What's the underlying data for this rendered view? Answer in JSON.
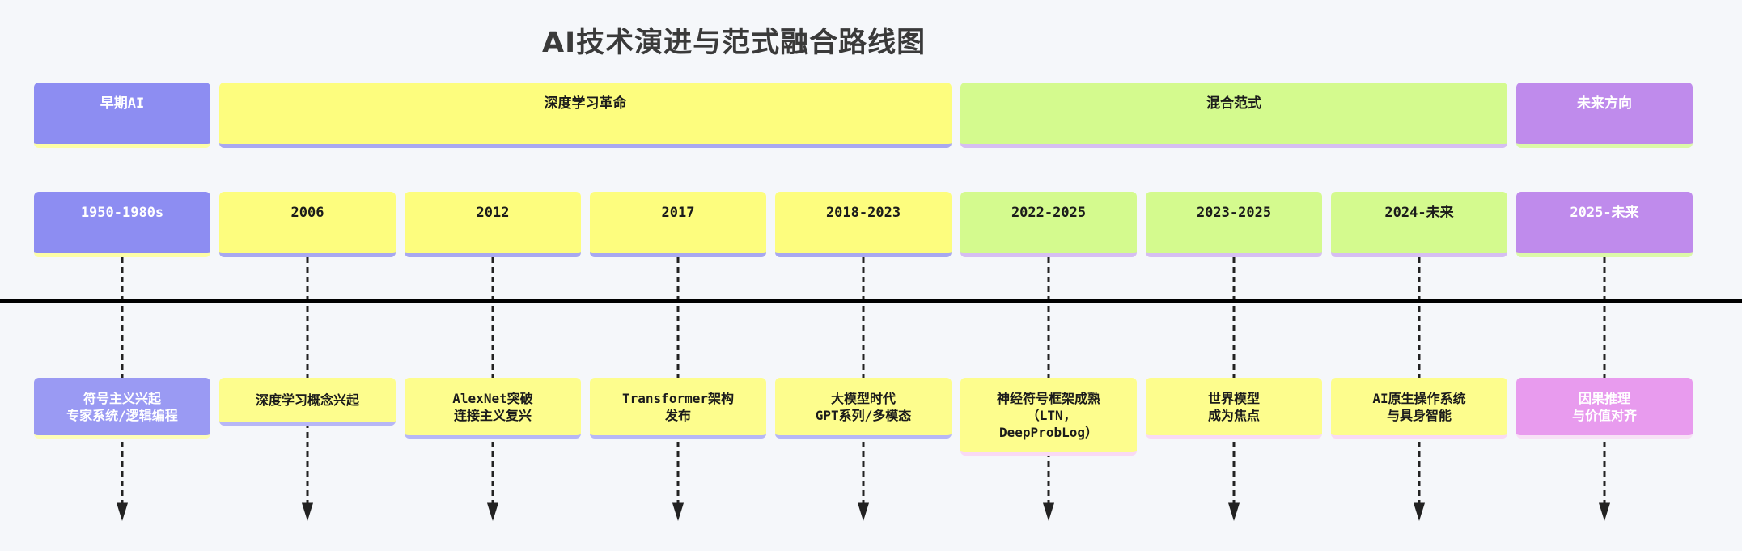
{
  "title": {
    "text": "AI技术演进与范式融合路线图",
    "color": "#3a3a3a"
  },
  "canvas": {
    "background": "#f5f7fa",
    "axis_color": "#000000",
    "connector_color": "#222222"
  },
  "sections": [
    {
      "label": "早期AI",
      "bg": "#8d8df2",
      "fg": "#ffffff",
      "underline": "#fdfda6"
    },
    {
      "label": "深度学习革命",
      "bg": "#fdfd7e",
      "fg": "#1b1b1b",
      "underline": "#a8a8f0"
    },
    {
      "label": "混合范式",
      "bg": "#d4fa8e",
      "fg": "#1b1b1b",
      "underline": "#d6bef2"
    },
    {
      "label": "未来方向",
      "bg": "#bf8bec",
      "fg": "#ffffff",
      "underline": "#dcf9a8"
    }
  ],
  "columns": [
    {
      "period": "1950-1980s",
      "period_bg": "#8d8df2",
      "period_fg": "#ffffff",
      "period_underline": "#fdfda6",
      "event": {
        "lines": [
          "符号主义兴起",
          "专家系统/逻辑编程"
        ],
        "bg": "#9a9af3",
        "fg": "#ffffff",
        "underline": "#fdfdb8"
      }
    },
    {
      "period": "2006",
      "period_bg": "#fdfd7e",
      "period_fg": "#1b1b1b",
      "period_underline": "#a8a8f0",
      "event": {
        "lines": [
          "深度学习概念兴起"
        ],
        "bg": "#fdfd8d",
        "fg": "#1b1b1b",
        "underline": "#b7b7f6"
      }
    },
    {
      "period": "2012",
      "period_bg": "#fdfd7e",
      "period_fg": "#1b1b1b",
      "period_underline": "#a8a8f0",
      "event": {
        "lines": [
          "AlexNet突破",
          "连接主义复兴"
        ],
        "bg": "#fdfd8d",
        "fg": "#1b1b1b",
        "underline": "#b7b7f6"
      }
    },
    {
      "period": "2017",
      "period_bg": "#fdfd7e",
      "period_fg": "#1b1b1b",
      "period_underline": "#a8a8f0",
      "event": {
        "lines": [
          "Transformer架构",
          "发布"
        ],
        "bg": "#fdfd8d",
        "fg": "#1b1b1b",
        "underline": "#b7b7f6"
      }
    },
    {
      "period": "2018-2023",
      "period_bg": "#fdfd7e",
      "period_fg": "#1b1b1b",
      "period_underline": "#a8a8f0",
      "event": {
        "lines": [
          "大模型时代",
          "GPT系列/多模态"
        ],
        "bg": "#fdfd8d",
        "fg": "#1b1b1b",
        "underline": "#b7b7f6"
      }
    },
    {
      "period": "2022-2025",
      "period_bg": "#d4fa8e",
      "period_fg": "#1b1b1b",
      "period_underline": "#d6bef2",
      "event": {
        "lines": [
          "神经符号框架成熟",
          "（LTN,",
          "DeepProbLog）"
        ],
        "bg": "#fdfd8d",
        "fg": "#1b1b1b",
        "underline": "#f9daf4"
      }
    },
    {
      "period": "2023-2025",
      "period_bg": "#d4fa8e",
      "period_fg": "#1b1b1b",
      "period_underline": "#d6bef2",
      "event": {
        "lines": [
          "世界模型",
          "成为焦点"
        ],
        "bg": "#fdfd8d",
        "fg": "#1b1b1b",
        "underline": "#f9daf4"
      }
    },
    {
      "period": "2024-未来",
      "period_bg": "#d4fa8e",
      "period_fg": "#1b1b1b",
      "period_underline": "#d6bef2",
      "event": {
        "lines": [
          "AI原生操作系统",
          "与具身智能"
        ],
        "bg": "#fdfd8d",
        "fg": "#1b1b1b",
        "underline": "#f9daf4"
      }
    },
    {
      "period": "2025-未来",
      "period_bg": "#bf8bec",
      "period_fg": "#ffffff",
      "period_underline": "#dcf9a8",
      "event": {
        "lines": [
          "因果推理",
          "与价值对齐"
        ],
        "bg": "#e89bee",
        "fg": "#ffffff",
        "underline": "#f8e0f6"
      }
    }
  ]
}
